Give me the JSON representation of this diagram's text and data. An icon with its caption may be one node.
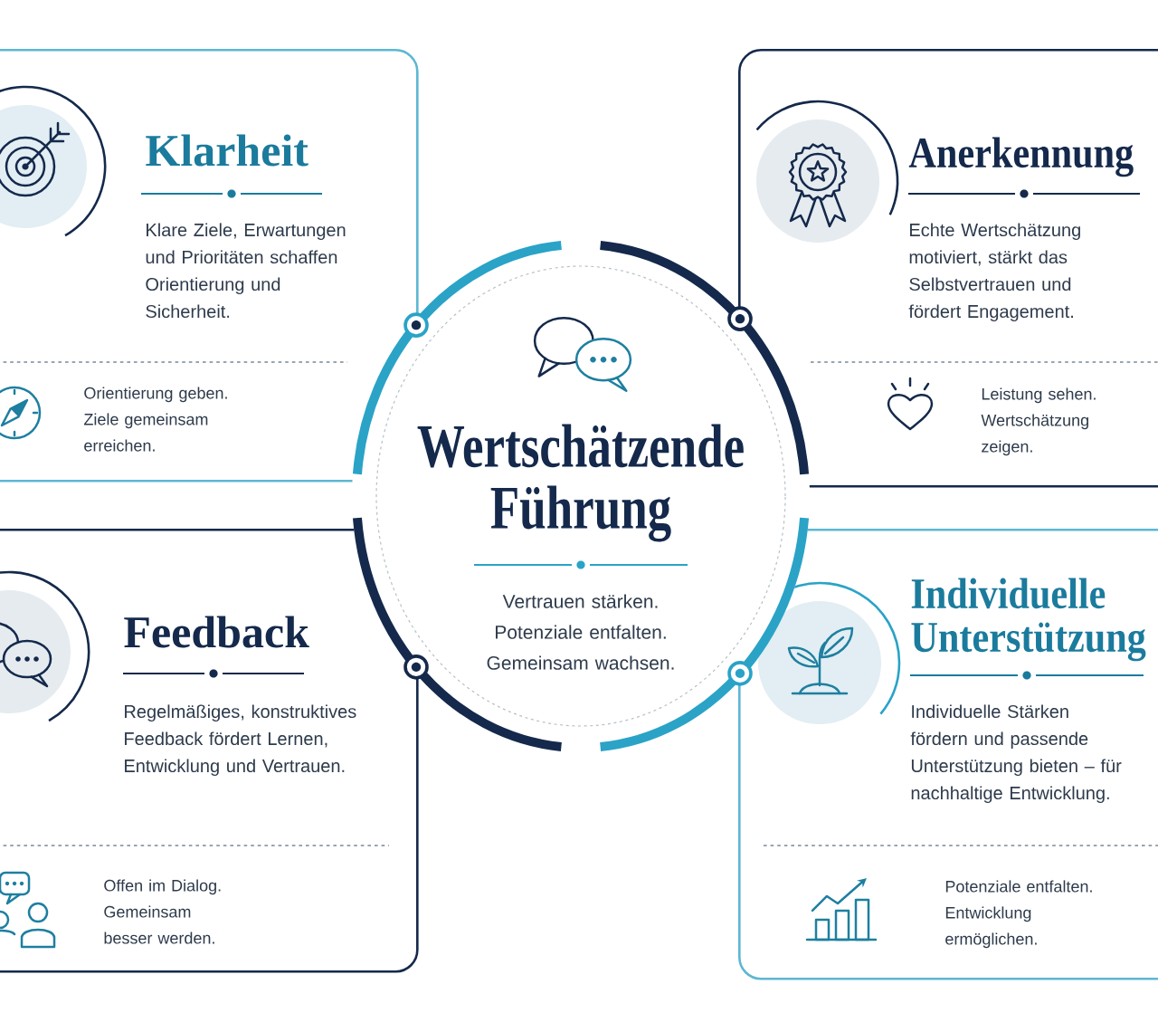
{
  "diagram": {
    "nodes": [
      {
        "text": [
          "Klarheit",
          "Klare Ziele, Erwartungen und Prioritäten schaffen Orientierung und Sicherheit.",
          "Orientierung geben. Ziele gemeinsam erreichen."
        ]
      },
      {
        "text": [
          "Anerkennung",
          "Echte Wertschätzung motiviert, stärkt das Selbstvertrauen und fördert Engagement.",
          "Leistung sehen. Wertschätzung zeigen."
        ]
      },
      {
        "text": [
          "Wertschätzende Führung",
          "Vertrauen stärken. Potenziale entfalten. Gemeinsam wachsen."
        ]
      },
      {
        "text": [
          "Feedback",
          "Regelmäßiges, konstruktives Feedback fördert Lernen, Entwicklung und Vertrauen.",
          "Offen im Dialog. Gemeinsam besser werden."
        ]
      },
      {
        "text": [
          "Individuelle Unterstützung",
          "Individuelle Stärken fördern und passende Unterstützung bieten – für nachhaltige Entwicklung.",
          "Potenziale entfalten. Entwicklung ermöglichen."
        ]
      }
    ]
  }
}
